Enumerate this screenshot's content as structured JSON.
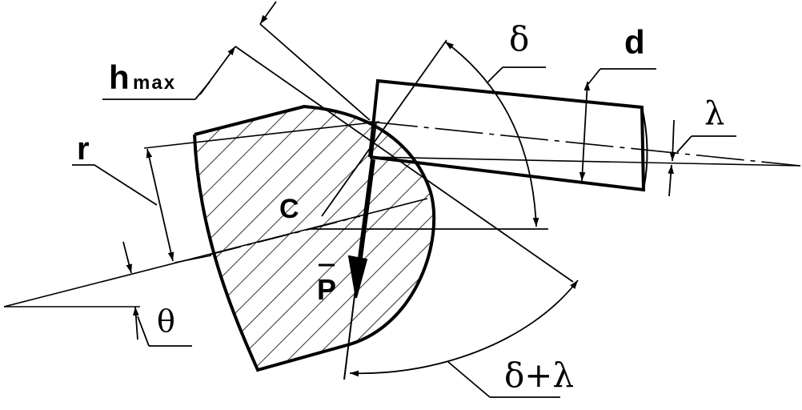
{
  "labels": {
    "h": "h",
    "max": "max",
    "r": "r",
    "c": "C",
    "p": "P",
    "theta": "θ",
    "delta": "δ",
    "d": "d",
    "lambda": "λ",
    "delta_plus_lambda": "δ+λ"
  },
  "colors": {
    "ink": "#000000",
    "paper": "#ffffff"
  }
}
